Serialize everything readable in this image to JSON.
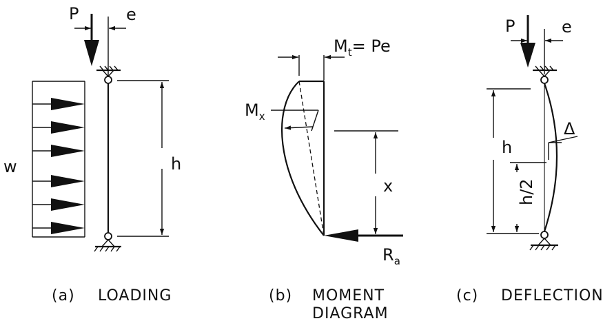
{
  "panels": {
    "loading": {
      "load_label": "P",
      "eccentricity_label": "e",
      "distributed_label": "w",
      "height_label": "h",
      "caption_letter": "(a)",
      "caption_text": "LOADING"
    },
    "moment": {
      "top_moment_label": "M",
      "top_moment_sub": "t",
      "top_moment_eq": "= Pe",
      "mx_label": "M",
      "mx_sub": "x",
      "x_label": "x",
      "reaction_label": "R",
      "reaction_sub": "a",
      "caption_letter": "(b)",
      "caption_line1": "MOMENT",
      "caption_line2": "DIAGRAM"
    },
    "deflection": {
      "load_label": "P",
      "eccentricity_label": "e",
      "delta_label": "Δ",
      "height_label": "h",
      "half_height_label": "h/2",
      "caption_letter": "(c)",
      "caption_text": "DEFLECTION"
    }
  }
}
